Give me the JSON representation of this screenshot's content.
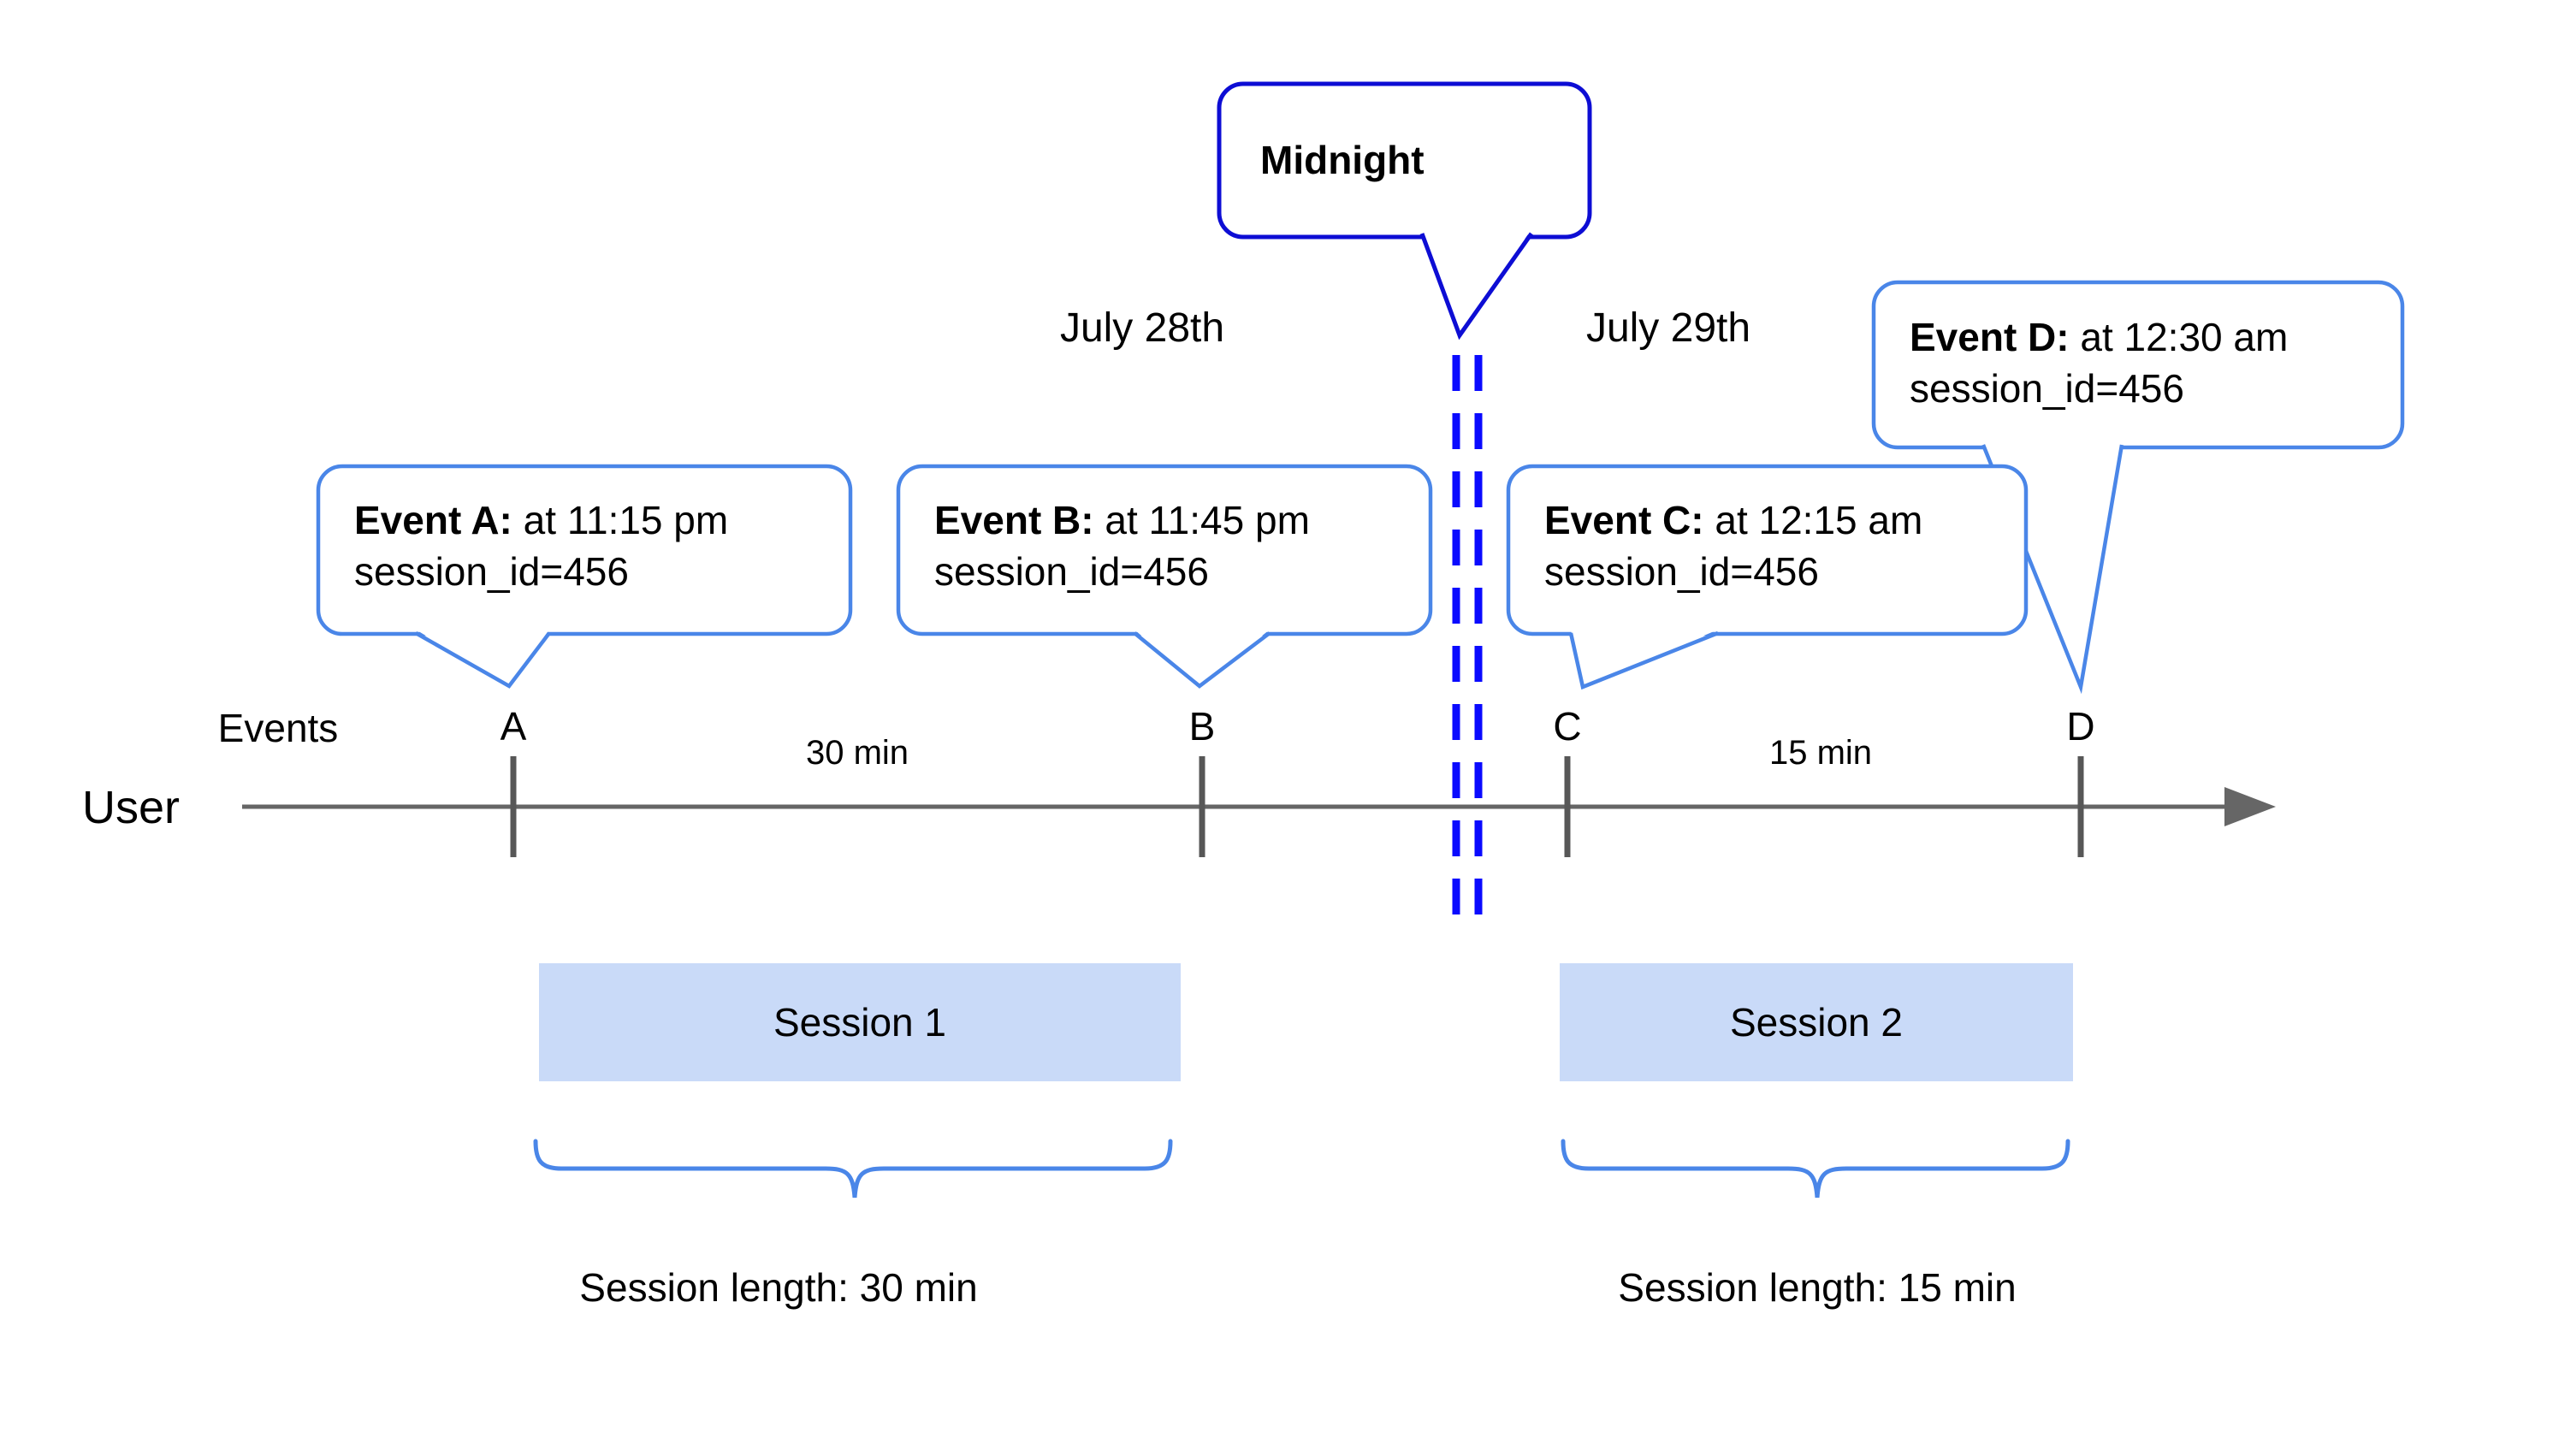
{
  "midnight": {
    "label": "Midnight"
  },
  "dates": {
    "left": "July 28th",
    "right": "July 29th"
  },
  "axis": {
    "events_label": "Events",
    "user_label": "User",
    "ticks": [
      "A",
      "B",
      "C",
      "D"
    ],
    "intervals": [
      {
        "label": "30 min"
      },
      {
        "label": "15 min"
      }
    ]
  },
  "events": [
    {
      "tick": "A",
      "title": "Event A:",
      "rest": " at 11:15 pm",
      "session": "session_id=456"
    },
    {
      "tick": "B",
      "title": "Event B:",
      "rest": " at 11:45 pm",
      "session": "session_id=456"
    },
    {
      "tick": "C",
      "title": "Event C:",
      "rest": " at 12:15 am",
      "session": "session_id=456"
    },
    {
      "tick": "D",
      "title": "Event D:",
      "rest": " at 12:30 am",
      "session": "session_id=456"
    }
  ],
  "sessions": [
    {
      "name": "Session 1",
      "length_label": "Session length: 30 min"
    },
    {
      "name": "Session 2",
      "length_label": "Session length: 15 min"
    }
  ],
  "colors": {
    "midnight_border": "#0d0dd4",
    "callout_border": "#4a86e8",
    "dashed_line": "#0a0aff",
    "session_fill": "#c9daf8",
    "brace": "#4a86e8",
    "timeline": "#666666",
    "tick": "#575757",
    "text": "#000000"
  }
}
